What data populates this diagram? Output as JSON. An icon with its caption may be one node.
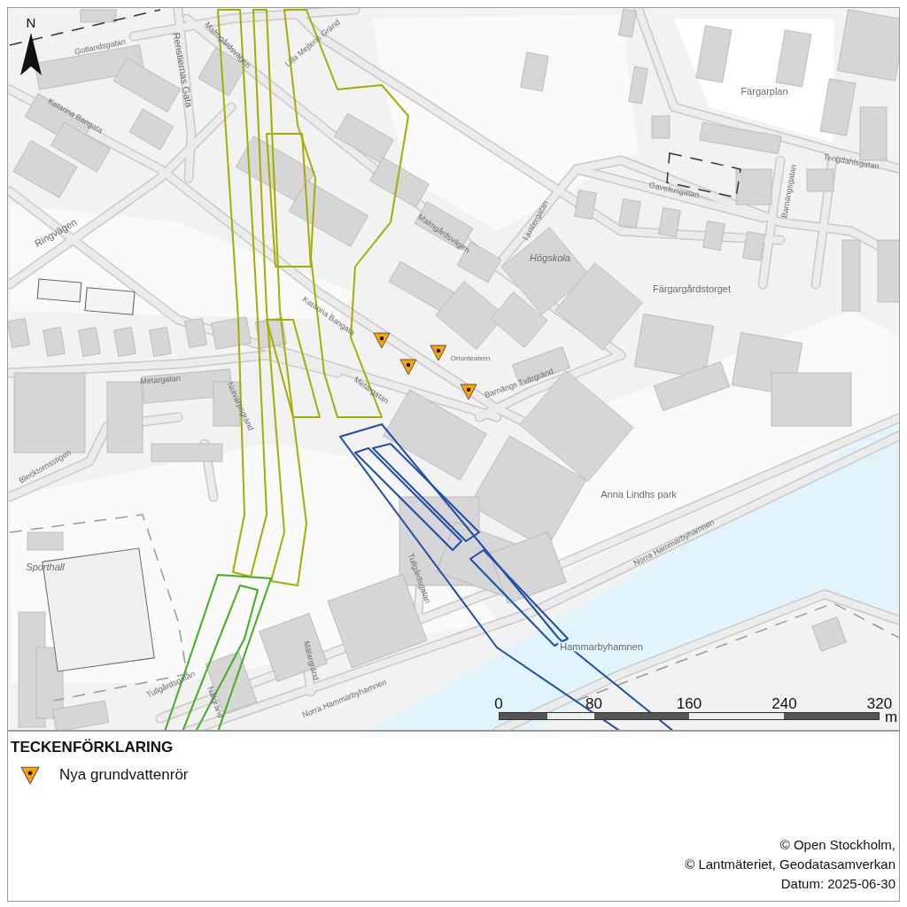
{
  "diagram": {
    "labels": [
      "N",
      "Gotlandsgatan",
      "Renstiernas Gata",
      "Malmgårdsvägen",
      "Lilla Mejtens Gränd",
      "Katarina Bangata",
      "Ringvägen",
      "Färgarplan",
      "Tengdahlsgatan",
      "Gaveliusgatan",
      "Barnängsgatan",
      "Malmgårdsvägen",
      "Ljustergatan",
      "Högskola",
      "Färgargårdstorget",
      "Katarina Bangata",
      "Orionteatern",
      "Barnängs Tvärgränd",
      "Metargatan",
      "Notvarpsgränd",
      "Metargatan",
      "Blecktornsstigen",
      "Anna Lindhs park",
      "Sporthall",
      "Tullgårdsgatan",
      "Mälargränd",
      "Tullgårdsgatan",
      "Nätgränd",
      "Norra Hammarbyhamnen",
      "Norra Hammarbyhamnen",
      "Hammarbyhamnen",
      "0",
      "80",
      "160",
      "240",
      "320",
      "m",
      "TECKENFÖRKLARING",
      "© Open Stockholm,",
      "© Lantmäteriet, Geodatasamverkan",
      "Datum: 2025-06-30"
    ],
    "legend": [
      {
        "text": "Nya grundvattenrör"
      }
    ]
  }
}
